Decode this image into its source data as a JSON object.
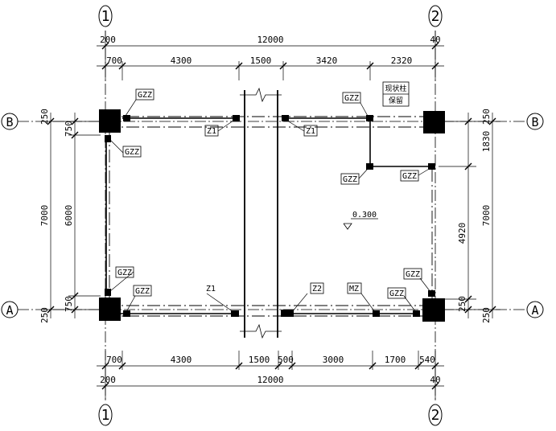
{
  "axes": {
    "col_1": "1",
    "col_2": "2",
    "row_A": "A",
    "row_B": "B"
  },
  "top_dims": {
    "overall": "12000",
    "left_offset": "200",
    "right_offset": "40",
    "segments": [
      "700",
      "4300",
      "1500",
      "3420",
      "2320"
    ]
  },
  "bottom_dims": {
    "overall": "12000",
    "left_offset": "200",
    "right_offset": "40",
    "segments": [
      "700",
      "4300",
      "1500",
      "500",
      "3000",
      "1700",
      "540"
    ]
  },
  "left_dims": {
    "overall": "7000",
    "inner": "6000",
    "top_small_a": "250",
    "top_small_b": "750",
    "bottom_small_a": "250",
    "bottom_small_b": "750"
  },
  "right_dims": {
    "overall": "7000",
    "upper": "1830",
    "lower": "4920",
    "top_small": "250",
    "bottom_small_a": "250",
    "bottom_small_b": "250"
  },
  "labels": {
    "gzz": "GZZ",
    "z1": "Z1",
    "z2": "Z2",
    "mz": "MZ",
    "elevation": "0.300",
    "note_line1": "现状柱",
    "note_line2": "保留"
  }
}
